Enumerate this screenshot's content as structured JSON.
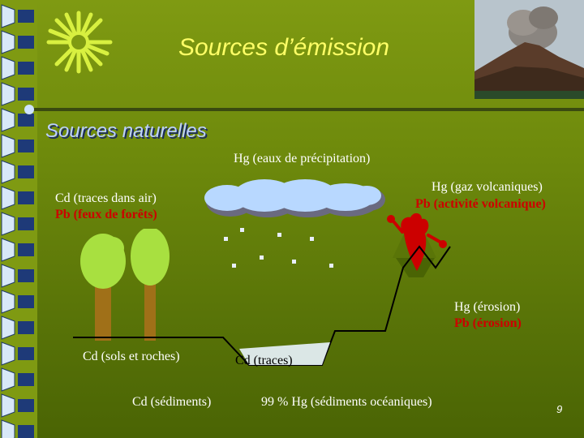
{
  "title": "Sources d’émission",
  "subtitle": "Sources naturelles",
  "labels": {
    "hg_precipitation": "Hg (eaux de précipitation)",
    "cd_air": "Cd (traces dans air)",
    "pb_forest": "Pb (feux de forêts)",
    "hg_volcanic": "Hg (gaz volcaniques)",
    "pb_volcanic": "Pb (activité volcanique)",
    "hg_erosion": "Hg (érosion)",
    "pb_erosion": "Pb (érosion)",
    "cd_soils": "Cd (sols et roches)",
    "cd_traces": "Cd (traces)",
    "cd_sediments": "Cd (sédiments)",
    "hg_oceanic": "99 % Hg (sédiments océaniques)"
  },
  "page_number": "9",
  "colors": {
    "title": "#ffff66",
    "subtitle": "#bcd0ff",
    "red_label": "#cc0000",
    "background": "#6e8a0c"
  },
  "icons": [
    "sun-icon",
    "volcano-photo",
    "cloud-icon",
    "tree-icon",
    "volcano-icon"
  ]
}
